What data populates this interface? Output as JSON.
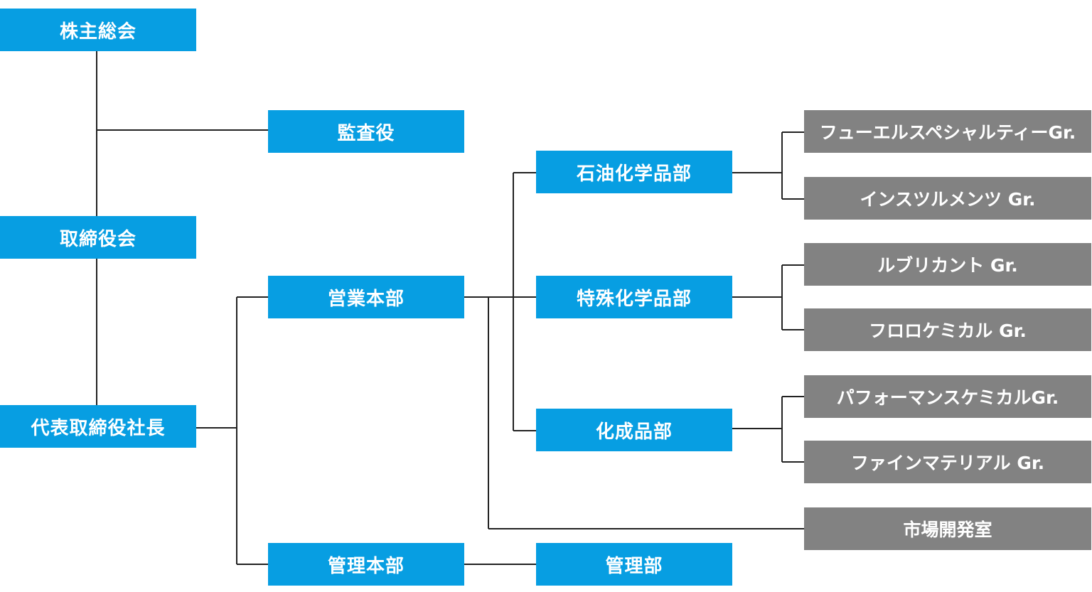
{
  "colors": {
    "division_box": "#079ee2",
    "group_box": "#828282",
    "connector": "#222222",
    "label_text": "#ffffff"
  },
  "org_chart": {
    "shareholders_meeting": "株主総会",
    "auditor": "監査役",
    "board_of_directors": "取締役会",
    "president": "代表取締役社長",
    "sales_hq": "営業本部",
    "admin_hq": "管理本部",
    "petrochemical_dept": "石油化学品部",
    "specialty_chemical_dept": "特殊化学品部",
    "chemical_products_dept": "化成品部",
    "admin_dept": "管理部",
    "fuel_specialty_gr": "フューエルスペシャルティーGr.",
    "instruments_gr": "インスツルメンツ Gr.",
    "lubricant_gr": "ルブリカント Gr.",
    "fluorochemical_gr": "フロロケミカル Gr.",
    "performance_chemical_gr": "パフォーマンスケミカルGr.",
    "fine_material_gr": "ファインマテリアル Gr.",
    "market_development_office": "市場開発室"
  }
}
